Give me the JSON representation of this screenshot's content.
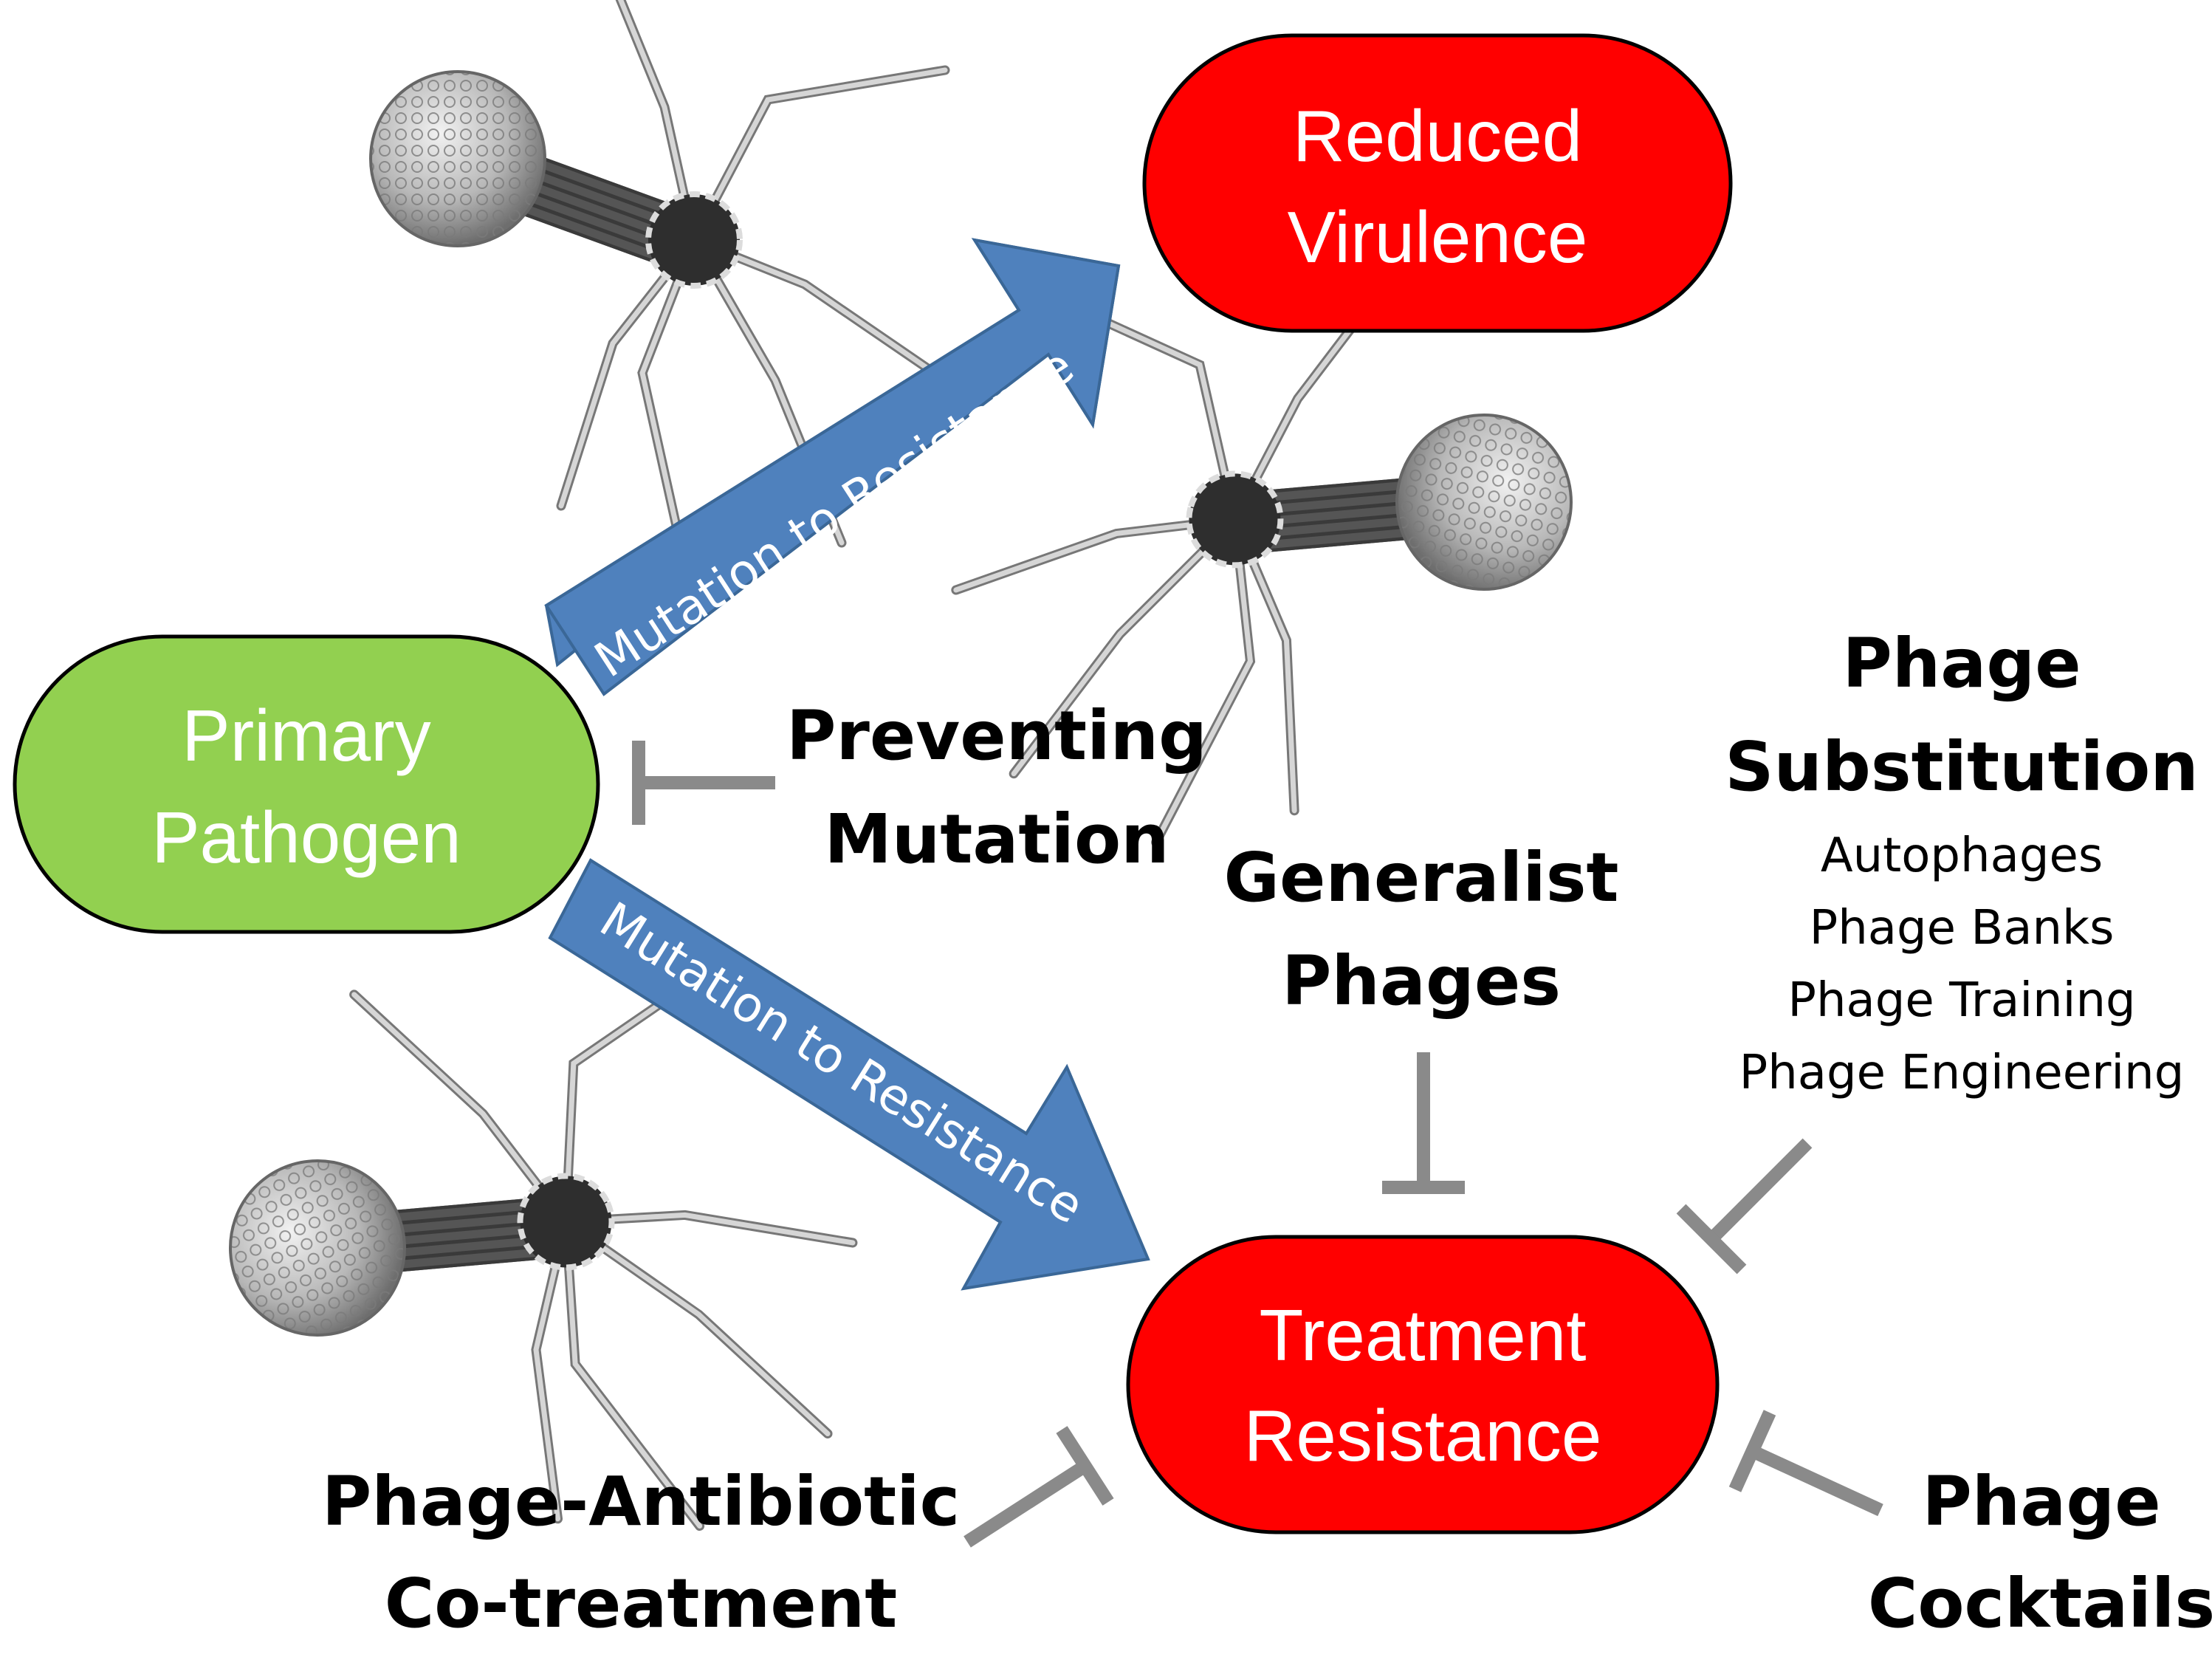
{
  "nodes": {
    "reduced_virulence": {
      "line1": "Reduced",
      "line2": "Virulence",
      "color": "#ff0000"
    },
    "primary_pathogen": {
      "line1": "Primary",
      "line2": "Pathogen",
      "color": "#92d050"
    },
    "treatment_resistance": {
      "line1": "Treatment",
      "line2": "Resistance",
      "color": "#ff0000"
    }
  },
  "arrows": {
    "upper_label": "Mutation to Resistance",
    "lower_label": "Mutation to Resistance",
    "color": "#4f81bd"
  },
  "strategies": {
    "preventing_mutation": {
      "line1": "Preventing",
      "line2": "Mutation"
    },
    "generalist_phages": {
      "line1": "Generalist",
      "line2": "Phages"
    },
    "phage_substitution": {
      "line1": "Phage",
      "line2": "Substitution",
      "items": [
        "Autophages",
        "Phage Banks",
        "Phage Training",
        "Phage Engineering"
      ]
    },
    "phage_antibiotic": {
      "line1": "Phage-Antibiotic",
      "line2": "Co-treatment"
    },
    "phage_cocktails": {
      "line1": "Phage",
      "line2": "Cocktails"
    }
  },
  "icons": [
    "bacteriophage-icon",
    "bacteriophage-icon",
    "bacteriophage-icon"
  ],
  "inhibitor_color": "#8a8a8a"
}
